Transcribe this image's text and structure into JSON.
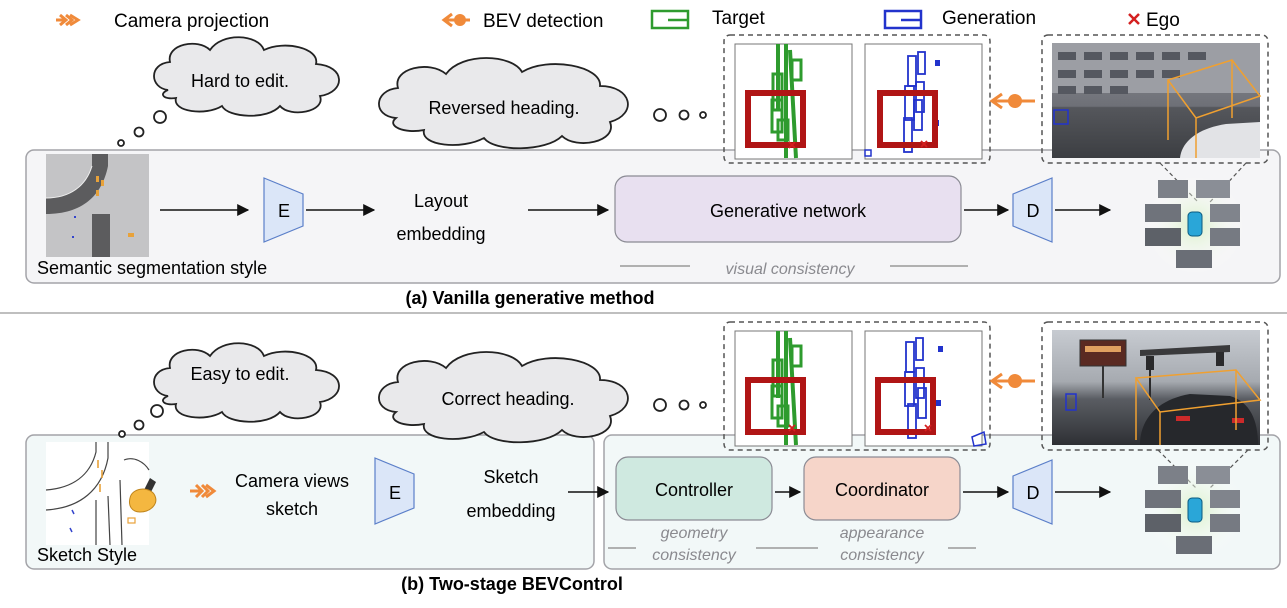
{
  "legend": {
    "camera_projection": "Camera projection",
    "bev_detection": "BEV detection",
    "target": "Target",
    "generation": "Generation",
    "ego": "Ego"
  },
  "section_a": {
    "caption": "(a) Vanilla generative method",
    "thought_small": "Hard to edit.",
    "thought_large": "Reversed heading.",
    "input_label": "Semantic segmentation style",
    "encoder": "E",
    "embedding_line1": "Layout",
    "embedding_line2": "embedding",
    "network": "Generative network",
    "decoder": "D",
    "consistency": "visual consistency"
  },
  "section_b": {
    "caption": "(b) Two-stage BEVControl",
    "thought_small": "Easy to edit.",
    "thought_large": "Correct heading.",
    "input_label": "Sketch Style",
    "camera_line1": "Camera views",
    "camera_line2": "sketch",
    "encoder": "E",
    "embedding_line1": "Sketch",
    "embedding_line2": "embedding",
    "controller": "Controller",
    "coordinator": "Coordinator",
    "decoder": "D",
    "geometry_line1": "geometry",
    "geometry_line2": "consistency",
    "appearance_line1": "appearance",
    "appearance_line2": "consistency"
  },
  "colors": {
    "orange": "#f08a3a",
    "target_green": "#2e9b2e",
    "generation_blue": "#2233cc",
    "ego_red": "#d42020",
    "highlight_red": "#b01515",
    "encoder_fill": "#dbe6f8",
    "network_fill": "#e8e0f0",
    "controller_fill": "#cfe9e0",
    "coordinator_fill": "#f6d5c9"
  }
}
